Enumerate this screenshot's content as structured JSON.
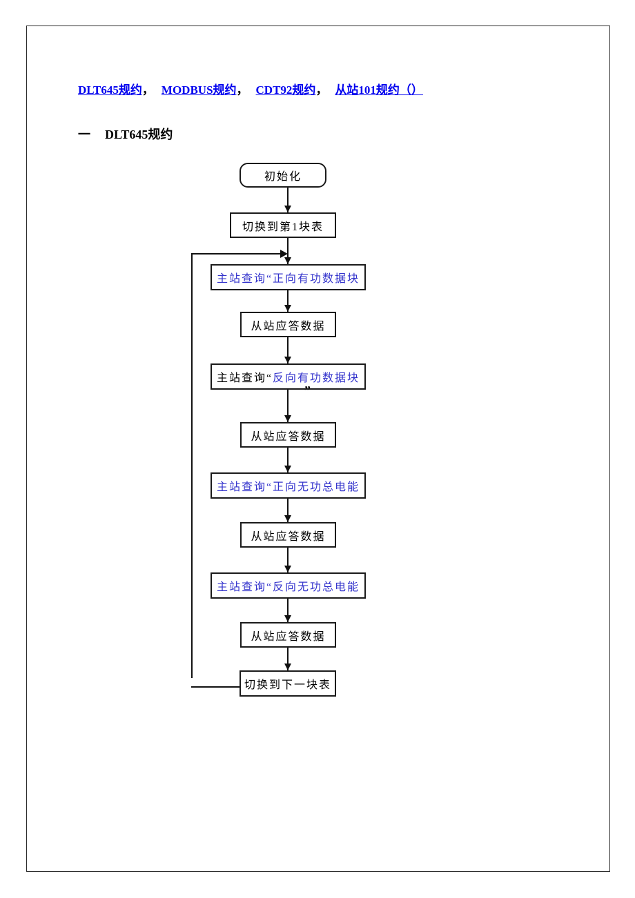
{
  "document": {
    "links": [
      {
        "label": "DLT645规约"
      },
      {
        "label": "MODBUS规约"
      },
      {
        "label": "CDT92规约"
      },
      {
        "label": "从站101规约（）"
      }
    ],
    "separator": "，",
    "heading": {
      "number": "一",
      "title": "DLT645规约"
    }
  },
  "flowchart": {
    "nodes": [
      {
        "id": "init",
        "shape": "terminator",
        "label": "初始化",
        "text_color": "black"
      },
      {
        "id": "switch-to-first-table",
        "shape": "process",
        "label": "切换到第1块表",
        "text_color": "black"
      },
      {
        "id": "query-forward-active-block",
        "shape": "process",
        "label": "主站查询“正向有功数据块",
        "text_color": "blue"
      },
      {
        "id": "slave-reply-1",
        "shape": "process",
        "label": "从站应答数据",
        "text_color": "black"
      },
      {
        "id": "query-reverse-active-block",
        "shape": "process",
        "parts": [
          {
            "text": "主站查询“",
            "color": "black"
          },
          {
            "text": "反向有功数据块",
            "color": "blue"
          }
        ],
        "quote_below": "”"
      },
      {
        "id": "slave-reply-2",
        "shape": "process",
        "label": "从站应答数据",
        "text_color": "black"
      },
      {
        "id": "query-forward-reactive-total",
        "shape": "process",
        "label": "主站查询“正向无功总电能",
        "text_color": "blue"
      },
      {
        "id": "slave-reply-3",
        "shape": "process",
        "label": "从站应答数据",
        "text_color": "black"
      },
      {
        "id": "query-reverse-reactive-total",
        "shape": "process",
        "label": "主站查询“反向无功总电能",
        "text_color": "blue"
      },
      {
        "id": "slave-reply-4",
        "shape": "process",
        "label": "从站应答数据",
        "text_color": "black"
      },
      {
        "id": "switch-to-next-table",
        "shape": "process",
        "label": "切换到下一块表",
        "text_color": "black"
      }
    ],
    "loop": {
      "from": "switch-to-next-table",
      "to": "query-forward-active-block"
    }
  },
  "colors": {
    "hyperlink": "#0000EE",
    "flow_text_blue": "#3333CC",
    "body_text": "#000000",
    "box_border": "#1a1a1a",
    "page_border": "#2a2a2a",
    "background": "#ffffff"
  }
}
